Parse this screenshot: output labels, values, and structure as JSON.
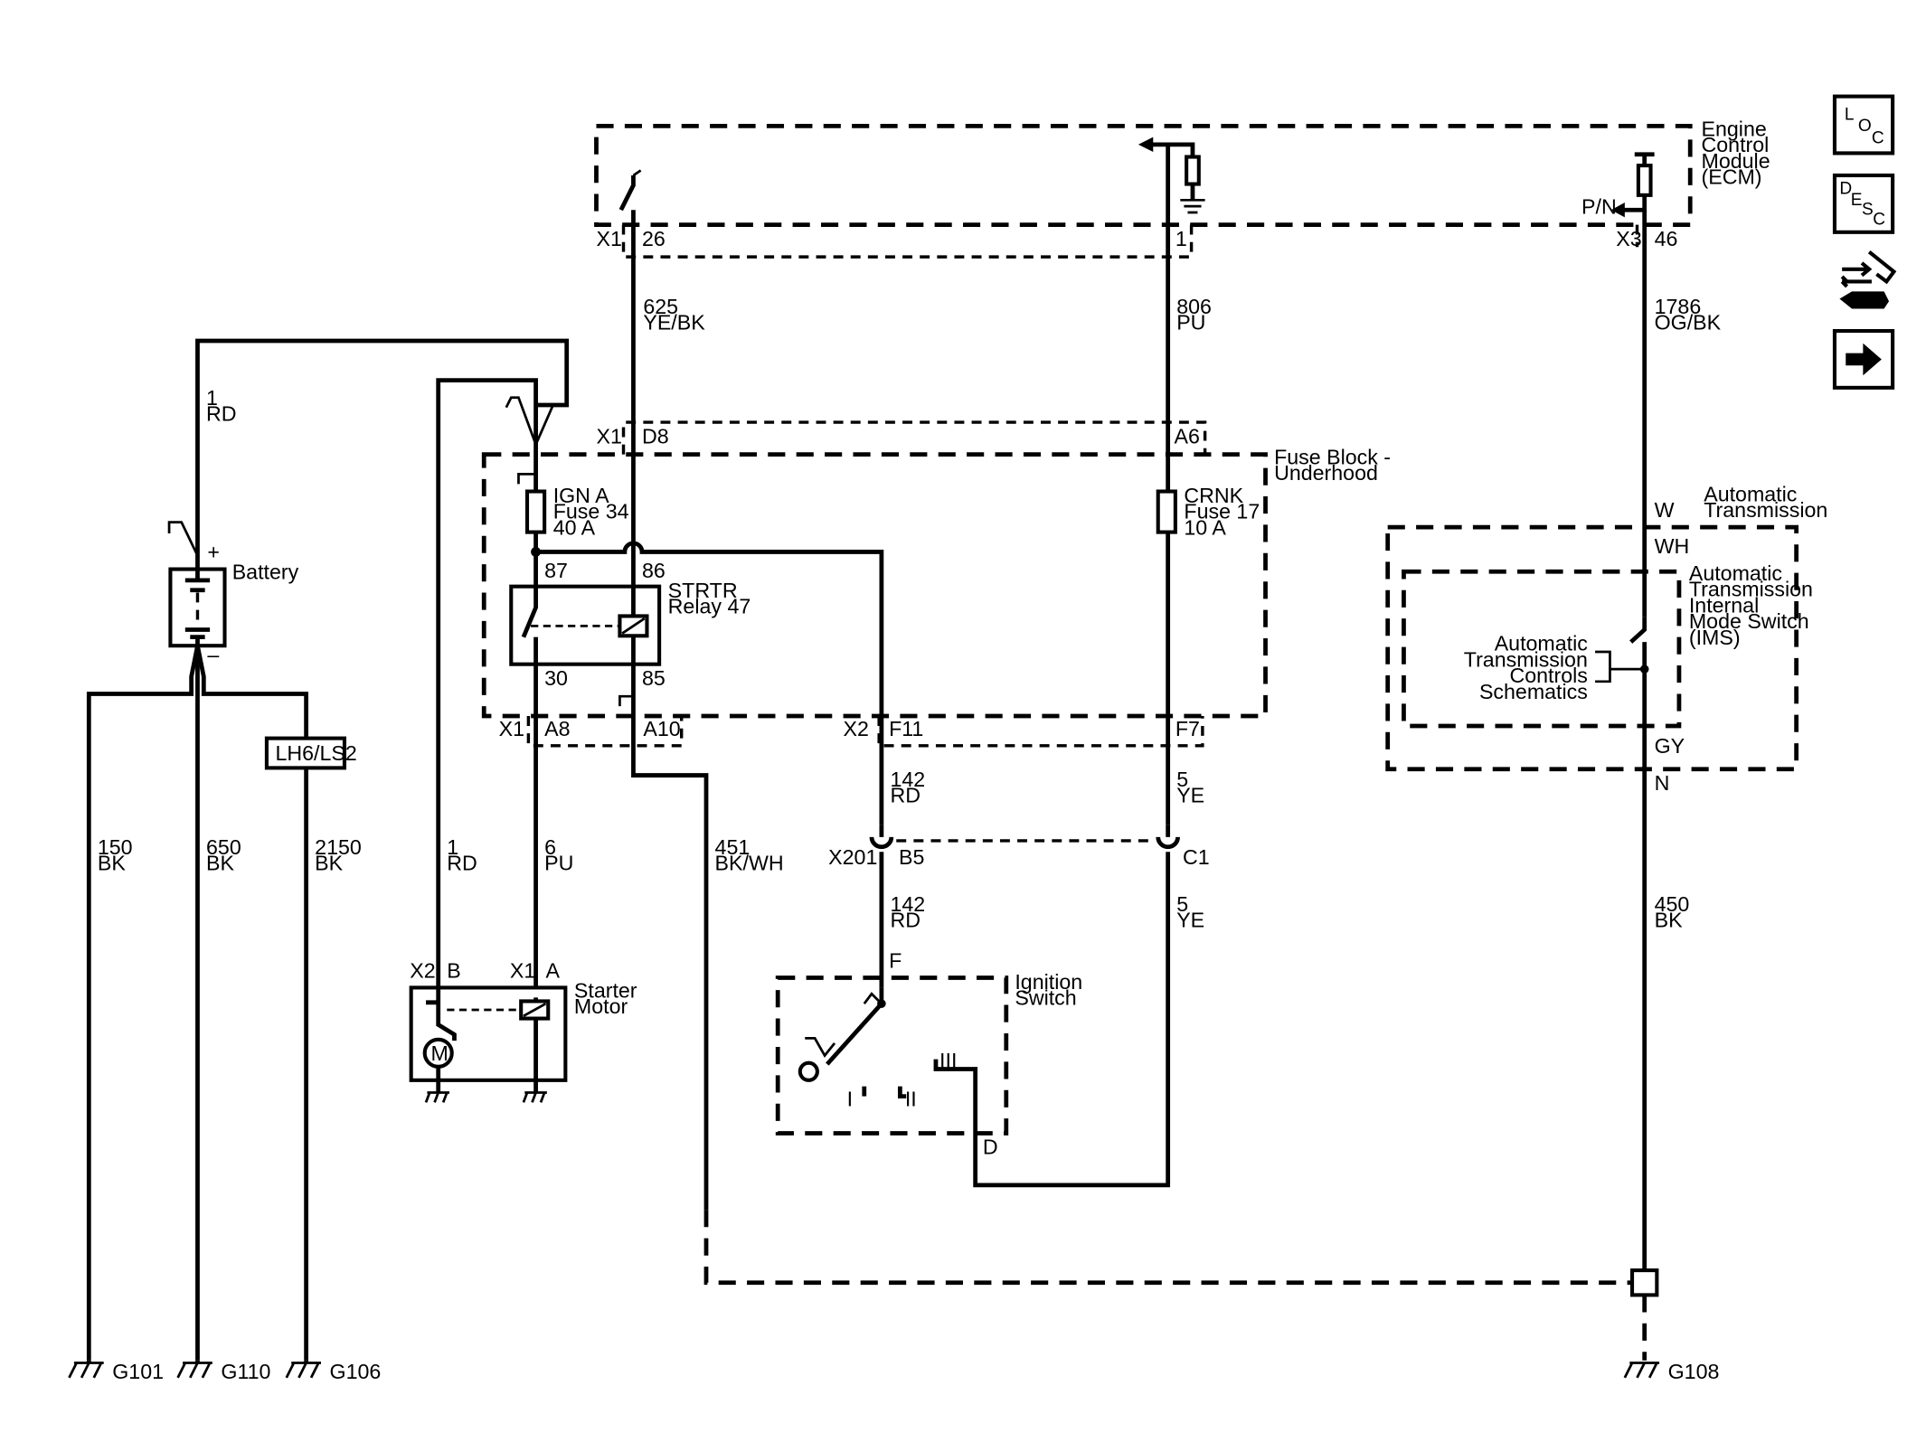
{
  "ecm": {
    "lines": [
      "Engine",
      "Control",
      "Module",
      "(ECM)"
    ],
    "pin_pn": "P/N"
  },
  "connectors": {
    "x1": "X1",
    "x2": "X2",
    "x3": "X3",
    "p26": "26",
    "p1": "1",
    "p46": "46",
    "d8": "D8",
    "a6": "A6",
    "a8": "A8",
    "a10": "A10",
    "f11": "F11",
    "f7": "F7",
    "x201": "X201",
    "b5": "B5",
    "c1": "C1",
    "b": "B",
    "a": "A",
    "f": "F",
    "d": "D",
    "w": "W",
    "wh": "WH",
    "gy": "GY",
    "n": "N",
    "plus": "+",
    "minus": "–"
  },
  "wires": {
    "w625": [
      "625",
      "YE/BK"
    ],
    "w806": [
      "806",
      "PU"
    ],
    "w1786": [
      "1786",
      "OG/BK"
    ],
    "w1top": [
      "1",
      "RD"
    ],
    "w150": [
      "150",
      "BK"
    ],
    "w650": [
      "650",
      "BK"
    ],
    "w2150": [
      "2150",
      "BK"
    ],
    "w1rd": [
      "1",
      "RD"
    ],
    "w6": [
      "6",
      "PU"
    ],
    "w451": [
      "451",
      "BK/WH"
    ],
    "w142a": [
      "142",
      "RD"
    ],
    "w142b": [
      "142",
      "RD"
    ],
    "w5a": [
      "5",
      "YE"
    ],
    "w5b": [
      "5",
      "YE"
    ],
    "w450": [
      "450",
      "BK"
    ]
  },
  "fuse_block": {
    "lines": [
      "Fuse Block -",
      "Underhood"
    ]
  },
  "fuse_ign": {
    "lines": [
      "IGN A",
      "Fuse 34",
      "40 A"
    ]
  },
  "fuse_crnk": {
    "lines": [
      "CRNK",
      "Fuse 17",
      "10 A"
    ]
  },
  "relay": {
    "lines": [
      "STRTR",
      "Relay 47"
    ],
    "p87": "87",
    "p86": "86",
    "p30": "30",
    "p85": "85"
  },
  "battery": {
    "label": "Battery"
  },
  "option_label": "LH6/LS2",
  "starter": {
    "lines": [
      "Starter",
      "Motor"
    ],
    "motor": "M"
  },
  "ignition": {
    "lines": [
      "Ignition",
      "Switch"
    ],
    "pos1": "I",
    "pos2": "II",
    "pos3": "III"
  },
  "auto_trans": {
    "lines": [
      "Automatic",
      "Transmission"
    ]
  },
  "ims": {
    "lines": [
      "Automatic",
      "Transmission",
      "Internal",
      "Mode Switch",
      "(IMS)"
    ]
  },
  "trans_controls": {
    "lines": [
      "Automatic",
      "Transmission",
      "Controls",
      "Schematics"
    ]
  },
  "grounds": {
    "g101": "G101",
    "g110": "G110",
    "g106": "G106",
    "g108": "G108"
  },
  "sidebar": {
    "loc": [
      "L",
      "O",
      "C"
    ],
    "desc": [
      "D",
      "E",
      "S",
      "C"
    ]
  }
}
